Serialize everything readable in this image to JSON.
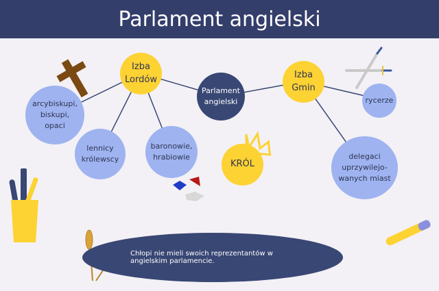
{
  "title": "Parlament angielski",
  "nodes": {
    "parliament": "Parlament\nangielski",
    "lords": "Izba\nLordów",
    "commons": "Izba\nGmin",
    "clergy": "arcybiskupi,\nbiskupi,\nopaci",
    "vassals": "lennicy\nkrólewscy",
    "barons": "baronowie,\nhrabiowie",
    "king": "KRÓL",
    "knights": "rycerze",
    "delegates": "delegaci\nuprzywilejo-\nwanych miast"
  },
  "note": "Chłopi nie mieli swoich reprezentantów w angielskim parlamencie.",
  "colors": {
    "navy": "#394774",
    "yellow": "#fdd233",
    "blue": "#9eb3f0"
  }
}
